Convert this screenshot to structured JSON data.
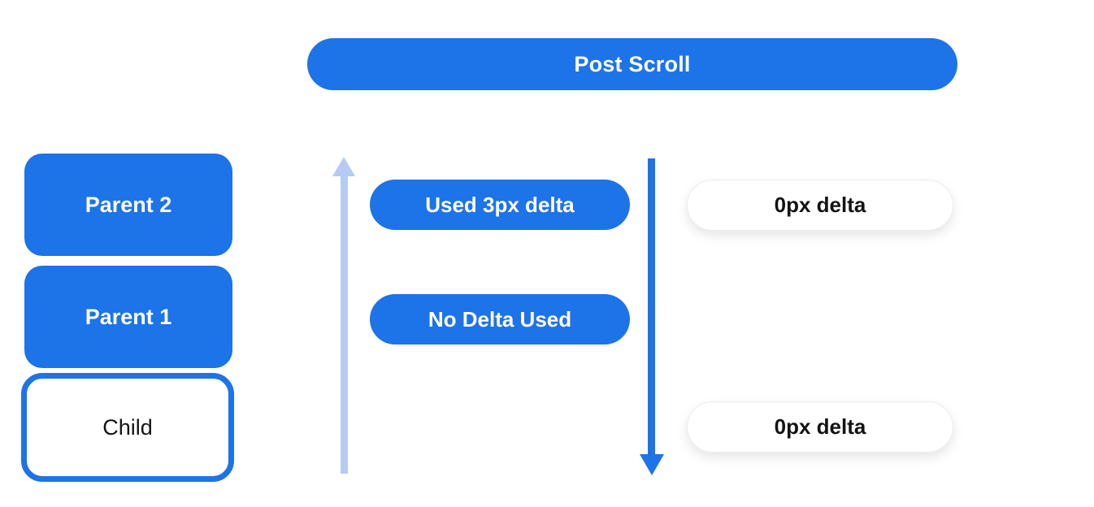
{
  "diagram": {
    "title_pill": {
      "label": "Post Scroll"
    },
    "node_stack": [
      {
        "label": "Parent 2",
        "style": "filled"
      },
      {
        "label": "Parent 1",
        "style": "filled"
      },
      {
        "label": "Child",
        "style": "outlined"
      }
    ],
    "delta_pills": [
      {
        "label": "Used 3px delta"
      },
      {
        "label": "No Delta Used"
      }
    ],
    "result_pills": [
      {
        "label": "0px delta"
      },
      {
        "label": "0px delta"
      }
    ],
    "arrows": [
      {
        "name": "upward-scroll-arrow",
        "direction": "up",
        "color": "#b6cbf4"
      },
      {
        "name": "downward-scroll-arrow",
        "direction": "down",
        "color": "#1d73e8"
      }
    ],
    "colors": {
      "primary_blue": "#1d73e8",
      "light_blue": "#b6cbf4",
      "surface_white": "#ffffff",
      "text_dark": "#141414"
    }
  }
}
